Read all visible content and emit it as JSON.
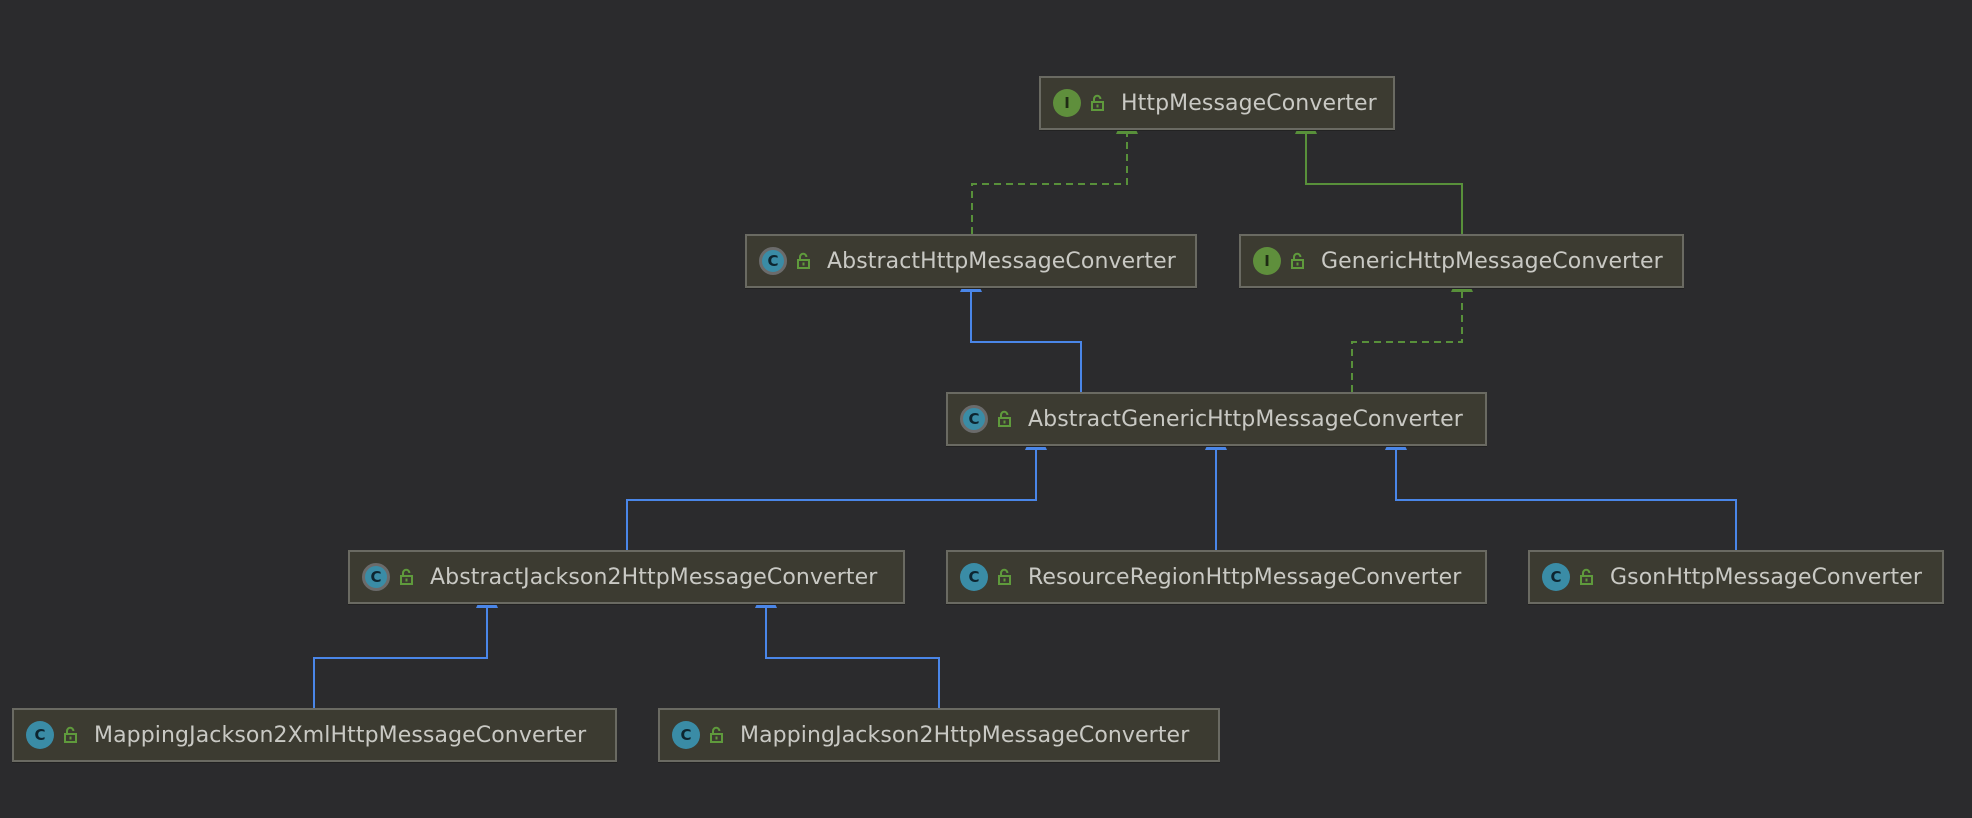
{
  "colors": {
    "background": "#2b2b2d",
    "implements_edge": "#58903a",
    "extends_edge": "#4a86e8",
    "node_fill": "#3c3b31",
    "node_border": "#6a6a62"
  },
  "nodes": [
    {
      "id": "http-message-converter",
      "kind": "interface",
      "kind_glyph": "I",
      "label": "HttpMessageConverter"
    },
    {
      "id": "abstract-http-message-converter",
      "kind": "abstract",
      "kind_glyph": "C",
      "label": "AbstractHttpMessageConverter"
    },
    {
      "id": "generic-http-message-converter",
      "kind": "interface",
      "kind_glyph": "I",
      "label": "GenericHttpMessageConverter"
    },
    {
      "id": "abstract-generic-http-message-converter",
      "kind": "abstract",
      "kind_glyph": "C",
      "label": "AbstractGenericHttpMessageConverter"
    },
    {
      "id": "abstract-jackson2-http-message-converter",
      "kind": "abstract",
      "kind_glyph": "C",
      "label": "AbstractJackson2HttpMessageConverter"
    },
    {
      "id": "resource-region-http-message-converter",
      "kind": "class",
      "kind_glyph": "C",
      "label": "ResourceRegionHttpMessageConverter"
    },
    {
      "id": "gson-http-message-converter",
      "kind": "class",
      "kind_glyph": "C",
      "label": "GsonHttpMessageConverter"
    },
    {
      "id": "mapping-jackson2-xml-http-message-converter",
      "kind": "class",
      "kind_glyph": "C",
      "label": "MappingJackson2XmlHttpMessageConverter"
    },
    {
      "id": "mapping-jackson2-http-message-converter",
      "kind": "class",
      "kind_glyph": "C",
      "label": "MappingJackson2HttpMessageConverter"
    }
  ],
  "edges": [
    {
      "from": "abstract-http-message-converter",
      "to": "http-message-converter",
      "relation": "implements"
    },
    {
      "from": "generic-http-message-converter",
      "to": "http-message-converter",
      "relation": "extends-interface"
    },
    {
      "from": "abstract-generic-http-message-converter",
      "to": "abstract-http-message-converter",
      "relation": "extends"
    },
    {
      "from": "abstract-generic-http-message-converter",
      "to": "generic-http-message-converter",
      "relation": "implements"
    },
    {
      "from": "abstract-jackson2-http-message-converter",
      "to": "abstract-generic-http-message-converter",
      "relation": "extends"
    },
    {
      "from": "resource-region-http-message-converter",
      "to": "abstract-generic-http-message-converter",
      "relation": "extends"
    },
    {
      "from": "gson-http-message-converter",
      "to": "abstract-generic-http-message-converter",
      "relation": "extends"
    },
    {
      "from": "mapping-jackson2-xml-http-message-converter",
      "to": "abstract-jackson2-http-message-converter",
      "relation": "extends"
    },
    {
      "from": "mapping-jackson2-http-message-converter",
      "to": "abstract-jackson2-http-message-converter",
      "relation": "extends"
    }
  ]
}
